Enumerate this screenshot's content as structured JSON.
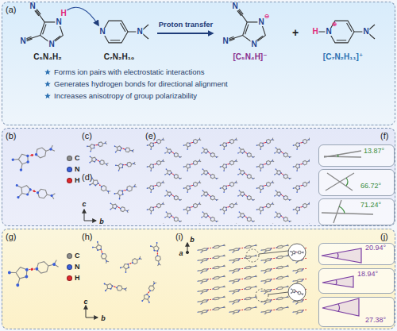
{
  "diagram": {
    "nodes": [
      {
        "text": [
          "(a)"
        ]
      },
      {
        "text": [
          "(b)",
          "(c)",
          "(d)",
          "(e)",
          "(f)"
        ]
      },
      {
        "text": [
          "13.87°"
        ],
        "in": 1
      },
      {
        "text": [
          "66.72°"
        ],
        "in": 1
      },
      {
        "text": [
          "71.24°"
        ],
        "in": 1
      },
      {
        "text": [
          "(g)",
          "(h)",
          "(i)",
          "(j)"
        ]
      },
      {
        "text": [
          "20.94°"
        ],
        "in": 5
      },
      {
        "text": [
          "18.94°"
        ],
        "in": 5
      },
      {
        "text": [
          "27.38°"
        ],
        "in": 5
      }
    ],
    "labels": [
      "C₅N₄H₂",
      "C₇N₂H₁₀",
      "Proton transfer",
      "[C₅N₄H]⁻",
      "+",
      "[C₇N₂H₁₁]⁺",
      "Forms ion pairs with electrostatic interactions",
      "Generates hydrogen bonds for directional alignment",
      "Increases anisotropy of group polarizability",
      "N",
      "N",
      "N",
      "H",
      "N",
      "N",
      "N",
      "N",
      "N",
      "N",
      "N",
      "H",
      "N",
      "N",
      "c",
      "b",
      "c",
      "b",
      "b",
      "a",
      "⊖",
      "⊕"
    ],
    "legend": [
      {
        "text": "C",
        "color": "#8c8c8c"
      },
      {
        "text": "N",
        "color": "#3b5fd9"
      },
      {
        "text": "H",
        "color": "#e0282e"
      },
      {
        "text": "C",
        "color": "#8c8c8c"
      },
      {
        "text": "N",
        "color": "#3b5fd9"
      },
      {
        "text": "H",
        "color": "#e0282e"
      }
    ]
  }
}
